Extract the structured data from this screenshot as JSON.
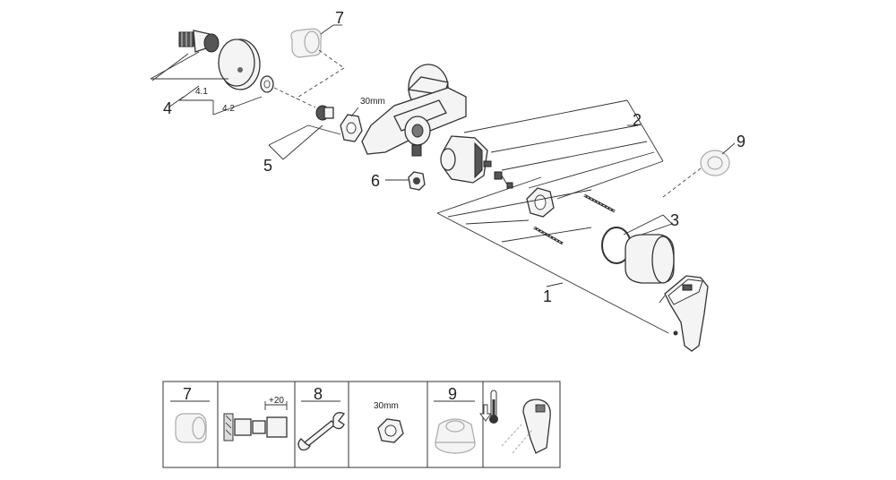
{
  "callouts": {
    "c4": "4",
    "c4_1": "4.1",
    "c4_2": "4.2",
    "c5": "5",
    "c6": "6",
    "c7": "7",
    "c30": "30mm",
    "c2": "2",
    "c9": "9",
    "c3": "3",
    "c1": "1"
  },
  "legend": {
    "cell1_label": "7",
    "cell2_label": "+20",
    "cell3_label": "8",
    "cell4_label": "30mm",
    "cell5_label": "9"
  }
}
